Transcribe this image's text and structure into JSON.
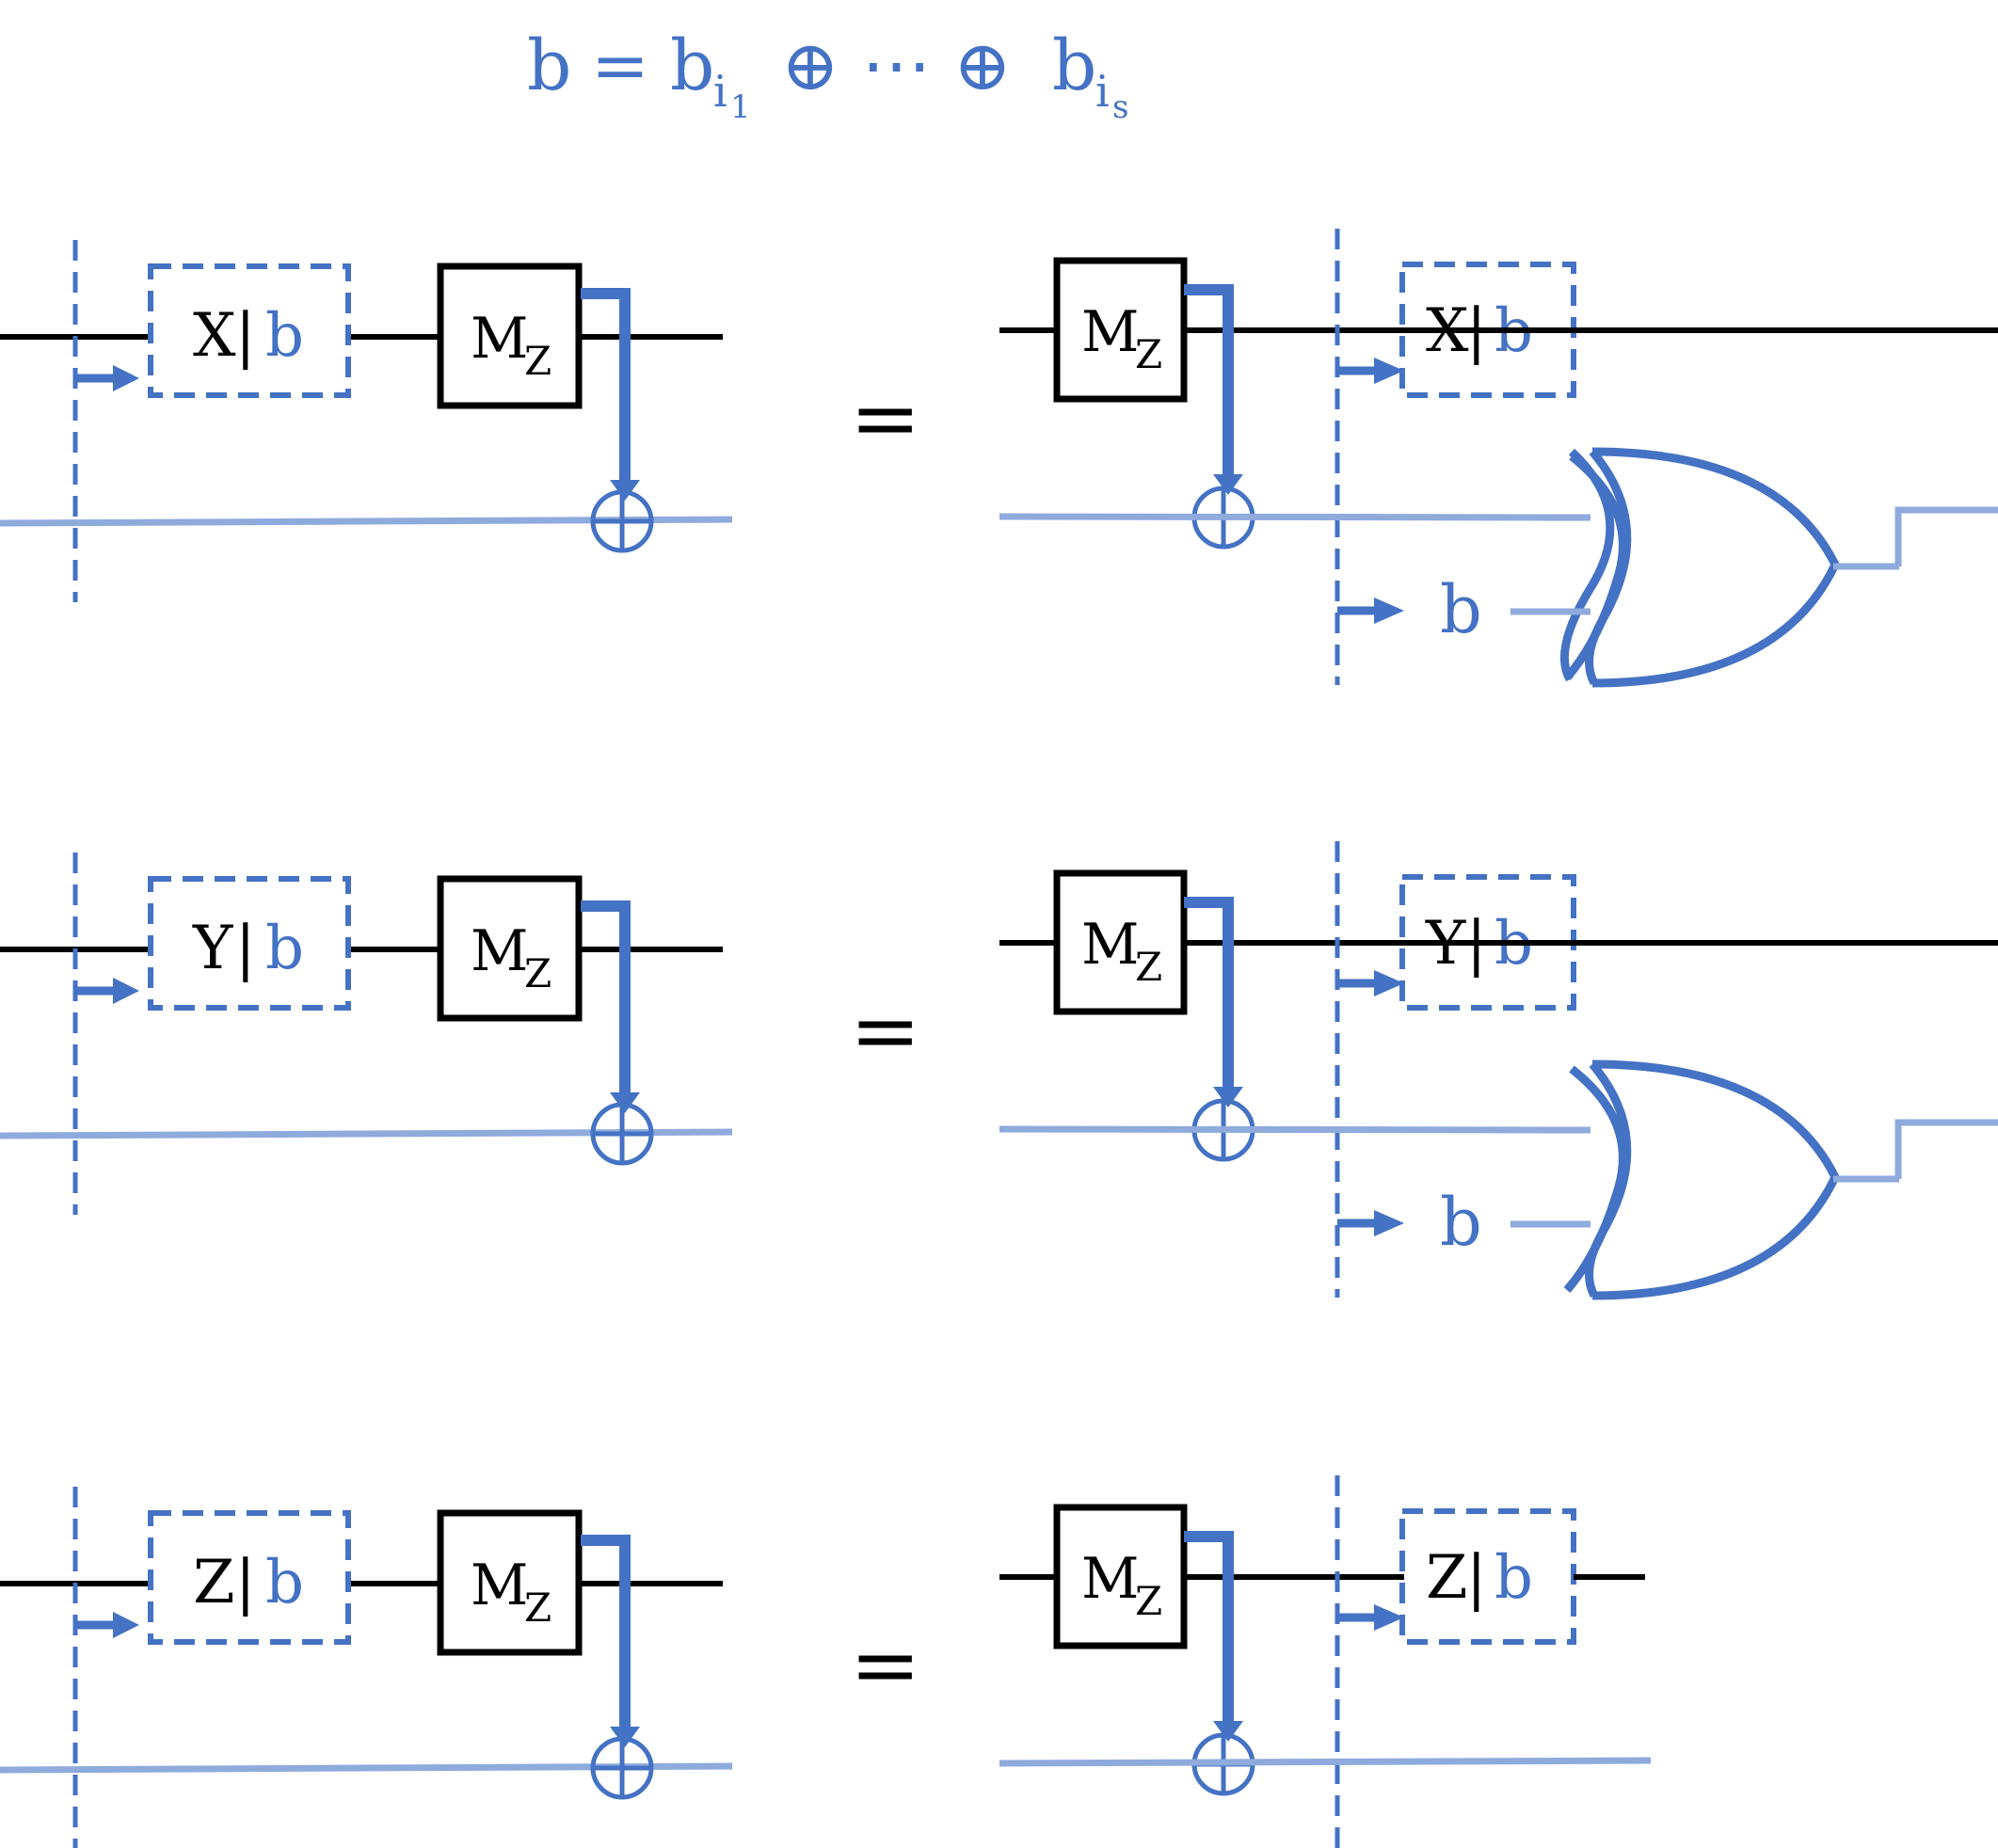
{
  "header": {
    "formula_lhs": "b",
    "formula_eq": "=",
    "formula_term1_base": "b",
    "formula_term1_sub": "i",
    "formula_term1_subsub": "1",
    "formula_dots": "⊕ ⋯ ⊕",
    "formula_term2_base": "b",
    "formula_term2_sub": "i",
    "formula_term2_subsub": "s"
  },
  "equals_sign": "=",
  "measure_label": {
    "base": "M",
    "sub": "Z"
  },
  "rows": [
    {
      "pauli": "X",
      "sep": "|",
      "param": "b",
      "has_xor": true,
      "xor_input_label": "b"
    },
    {
      "pauli": "Y",
      "sep": "|",
      "param": "b",
      "has_xor": true,
      "xor_input_label": "b"
    },
    {
      "pauli": "Z",
      "sep": "|",
      "param": "b",
      "has_xor": false,
      "xor_input_label": ""
    }
  ],
  "colors": {
    "wire": "#000000",
    "accent": "#4472C4",
    "classical_wire": "#8FAADC"
  },
  "icons": [
    "xor-gate-icon",
    "xor-target-icon",
    "arrow-icon"
  ]
}
